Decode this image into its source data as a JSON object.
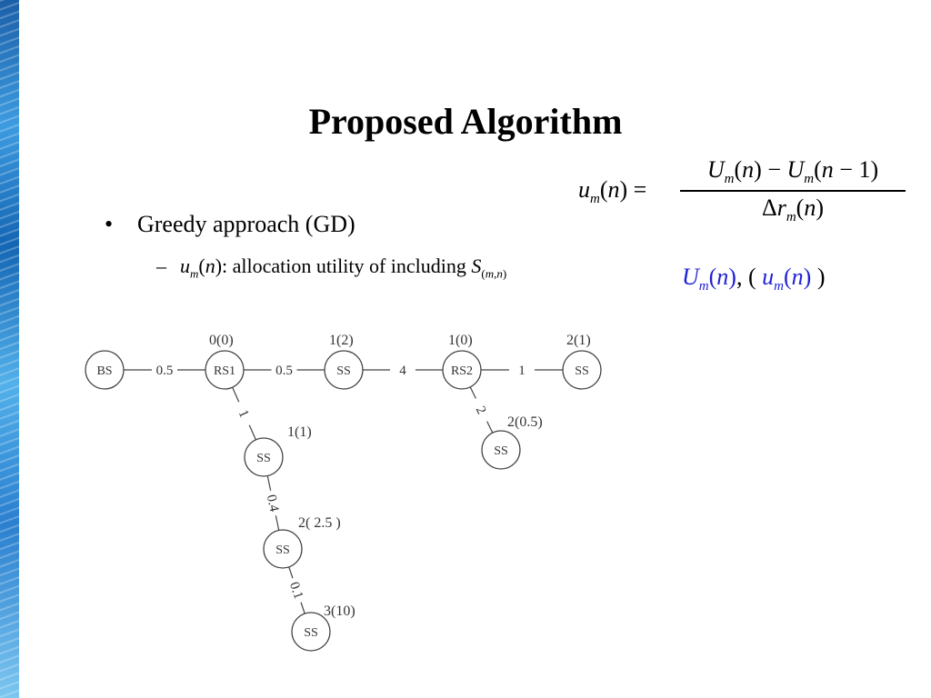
{
  "slide": {
    "title": "Proposed Algorithm",
    "bullet": "Greedy approach (GD)",
    "sub_bullet": {
      "symbol_main": "u",
      "symbol_sub": "m",
      "symbol_arg": "(n)",
      "text": ": allocation utility of including ",
      "set_main": "S",
      "set_sub": "(m,n)"
    },
    "formula": {
      "lhs_main": "u",
      "lhs_sub": "m",
      "lhs_arg": "(n) =",
      "num_u1": "U",
      "num_sub1": "m",
      "num_arg1": "(n) − ",
      "num_u2": "U",
      "num_sub2": "m",
      "num_arg2": "(n − 1)",
      "den_delta": "Δ",
      "den_r": "r",
      "den_sub": "m",
      "den_arg": "(n)"
    },
    "note": {
      "U_main": "U",
      "U_sub": "m",
      "U_arg": "(n)",
      "sep": ", ( ",
      "u_main": "u",
      "u_sub": "m",
      "u_arg": "(n)",
      "close": " )"
    }
  },
  "diagram": {
    "nodes": [
      {
        "label": "BS",
        "utility": ""
      },
      {
        "label": "RS1",
        "utility": "0(0)"
      },
      {
        "label": "SS",
        "utility": "1(2)"
      },
      {
        "label": "RS2",
        "utility": "1(0)"
      },
      {
        "label": "SS",
        "utility": "2(1)"
      },
      {
        "label": "SS",
        "utility": "2(0.5)"
      },
      {
        "label": "SS",
        "utility": "1(1)"
      },
      {
        "label": "SS",
        "utility": "2( 2.5 )"
      },
      {
        "label": "SS",
        "utility": "3(10)"
      }
    ],
    "edges": [
      {
        "from": 0,
        "to": 1,
        "weight": "0.5"
      },
      {
        "from": 1,
        "to": 2,
        "weight": "0.5"
      },
      {
        "from": 2,
        "to": 3,
        "weight": "4"
      },
      {
        "from": 3,
        "to": 4,
        "weight": "1"
      },
      {
        "from": 3,
        "to": 5,
        "weight": "2"
      },
      {
        "from": 1,
        "to": 6,
        "weight": "1"
      },
      {
        "from": 6,
        "to": 7,
        "weight": "0.4"
      },
      {
        "from": 7,
        "to": 8,
        "weight": "0.1"
      }
    ],
    "colors": {
      "line": "#444444",
      "text": "#333333",
      "node_fill": "#ffffff"
    }
  }
}
